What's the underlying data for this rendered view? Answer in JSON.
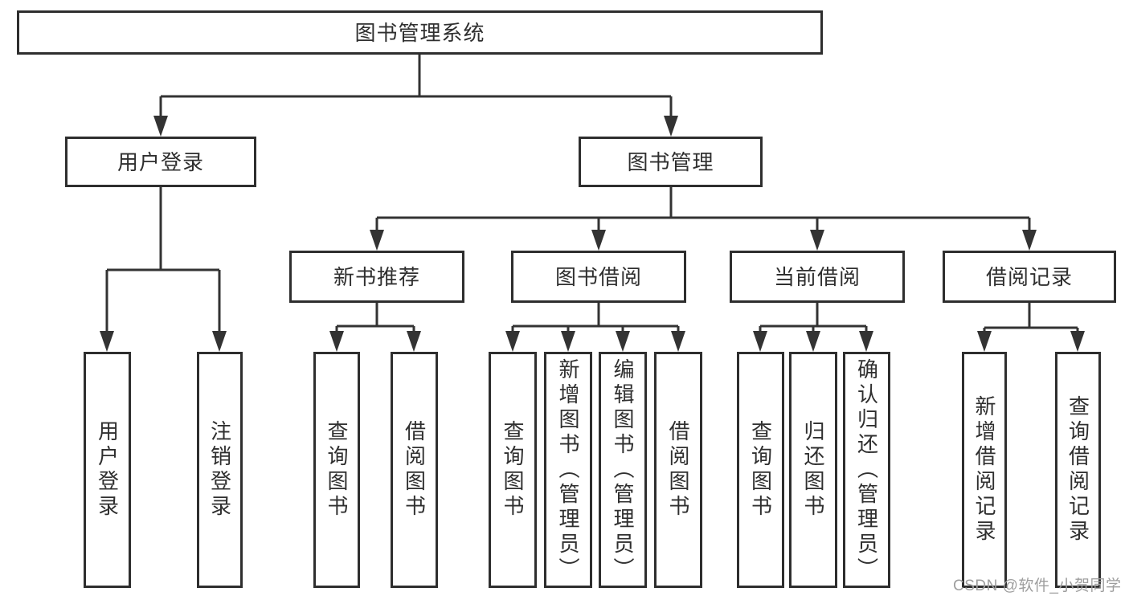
{
  "diagram_title": "图书管理系统",
  "tree": {
    "root": "图书管理系统",
    "children": [
      {
        "label": "用户登录",
        "children": [
          "用户登录",
          "注销登录"
        ]
      },
      {
        "label": "图书管理",
        "children": [
          {
            "label": "新书推荐",
            "children": [
              "查询图书",
              "借阅图书"
            ]
          },
          {
            "label": "图书借阅",
            "children": [
              "查询图书",
              "新增图书（管理员）",
              "编辑图书（管理员）",
              "借阅图书"
            ]
          },
          {
            "label": "当前借阅",
            "children": [
              "查询图书",
              "归还图书",
              "确认归还（管理员）"
            ]
          },
          {
            "label": "借阅记录",
            "children": [
              "新增借阅记录",
              "查询借阅记录"
            ]
          }
        ]
      }
    ]
  },
  "watermark": {
    "text": "CSDN @软件_小贺同学"
  },
  "colors": {
    "line": "#333333",
    "box_border": "#2e2e2e",
    "box_fill": "#ffffff",
    "text": "#2f2f2f",
    "watermark": "#9e9e9e"
  }
}
